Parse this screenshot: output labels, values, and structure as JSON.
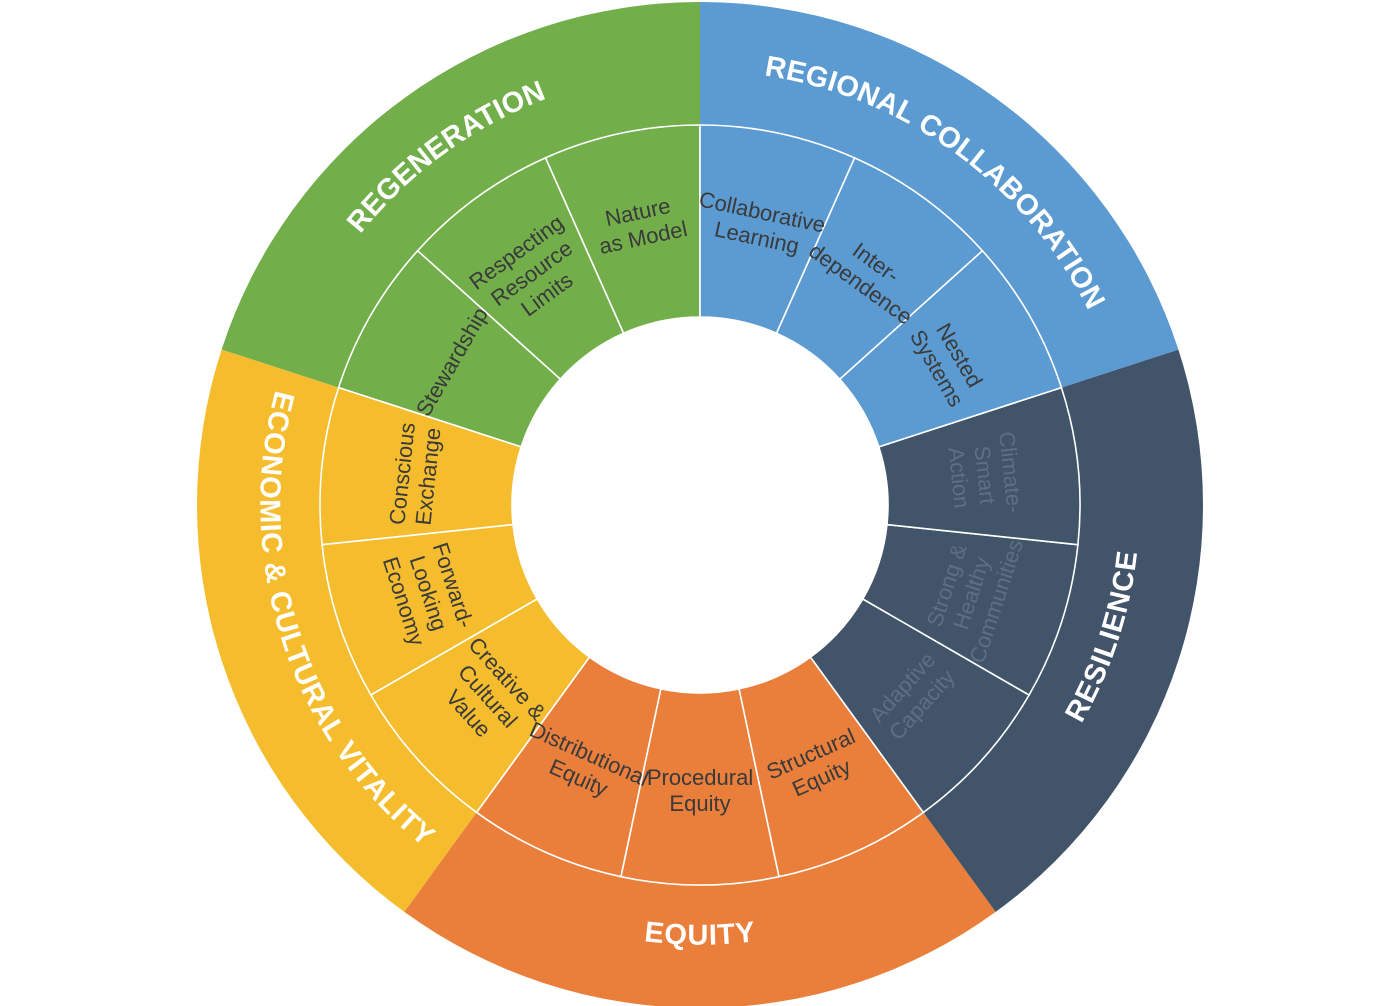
{
  "diagram": {
    "sections": [
      {
        "name": "Regeneration",
        "label": "REGENERATION",
        "color": "#72ae4a",
        "items": [
          [
            "Nature",
            "as Model"
          ],
          [
            "Respecting",
            "Resource",
            "Limits"
          ],
          [
            "Stewardship"
          ]
        ]
      },
      {
        "name": "Economic & Cultural Vitality",
        "label": "ECONOMIC & CULTURAL VITALITY",
        "color": "#f5bd2e",
        "items": [
          [
            "Conscious",
            "Exchange"
          ],
          [
            "Forward-",
            "Looking",
            "Economy"
          ],
          [
            "Creative &",
            "Cultural",
            "Value"
          ]
        ]
      },
      {
        "name": "Equity",
        "label": "EQUITY",
        "color": "#ea7f3c",
        "items": [
          [
            "Distributional",
            "Equity"
          ],
          [
            "Procedural",
            "Equity"
          ],
          [
            "Structural",
            "Equity"
          ]
        ]
      },
      {
        "name": "Resilience",
        "label": "RESILIENCE",
        "color": "#42546a",
        "items": [
          [
            "Adaptive",
            "Capacity"
          ],
          [
            "Strong &",
            "Healthy",
            "Communities"
          ],
          [
            "Climate-",
            "Smart",
            "Action"
          ]
        ]
      },
      {
        "name": "Regional Collaboration",
        "label": "REGIONAL COLLABORATION",
        "color": "#5b9bd2",
        "items": [
          [
            "Nested",
            "Systems"
          ],
          [
            "Inter-",
            "dependence"
          ],
          [
            "Collaborative",
            "Learning"
          ]
        ]
      }
    ]
  }
}
